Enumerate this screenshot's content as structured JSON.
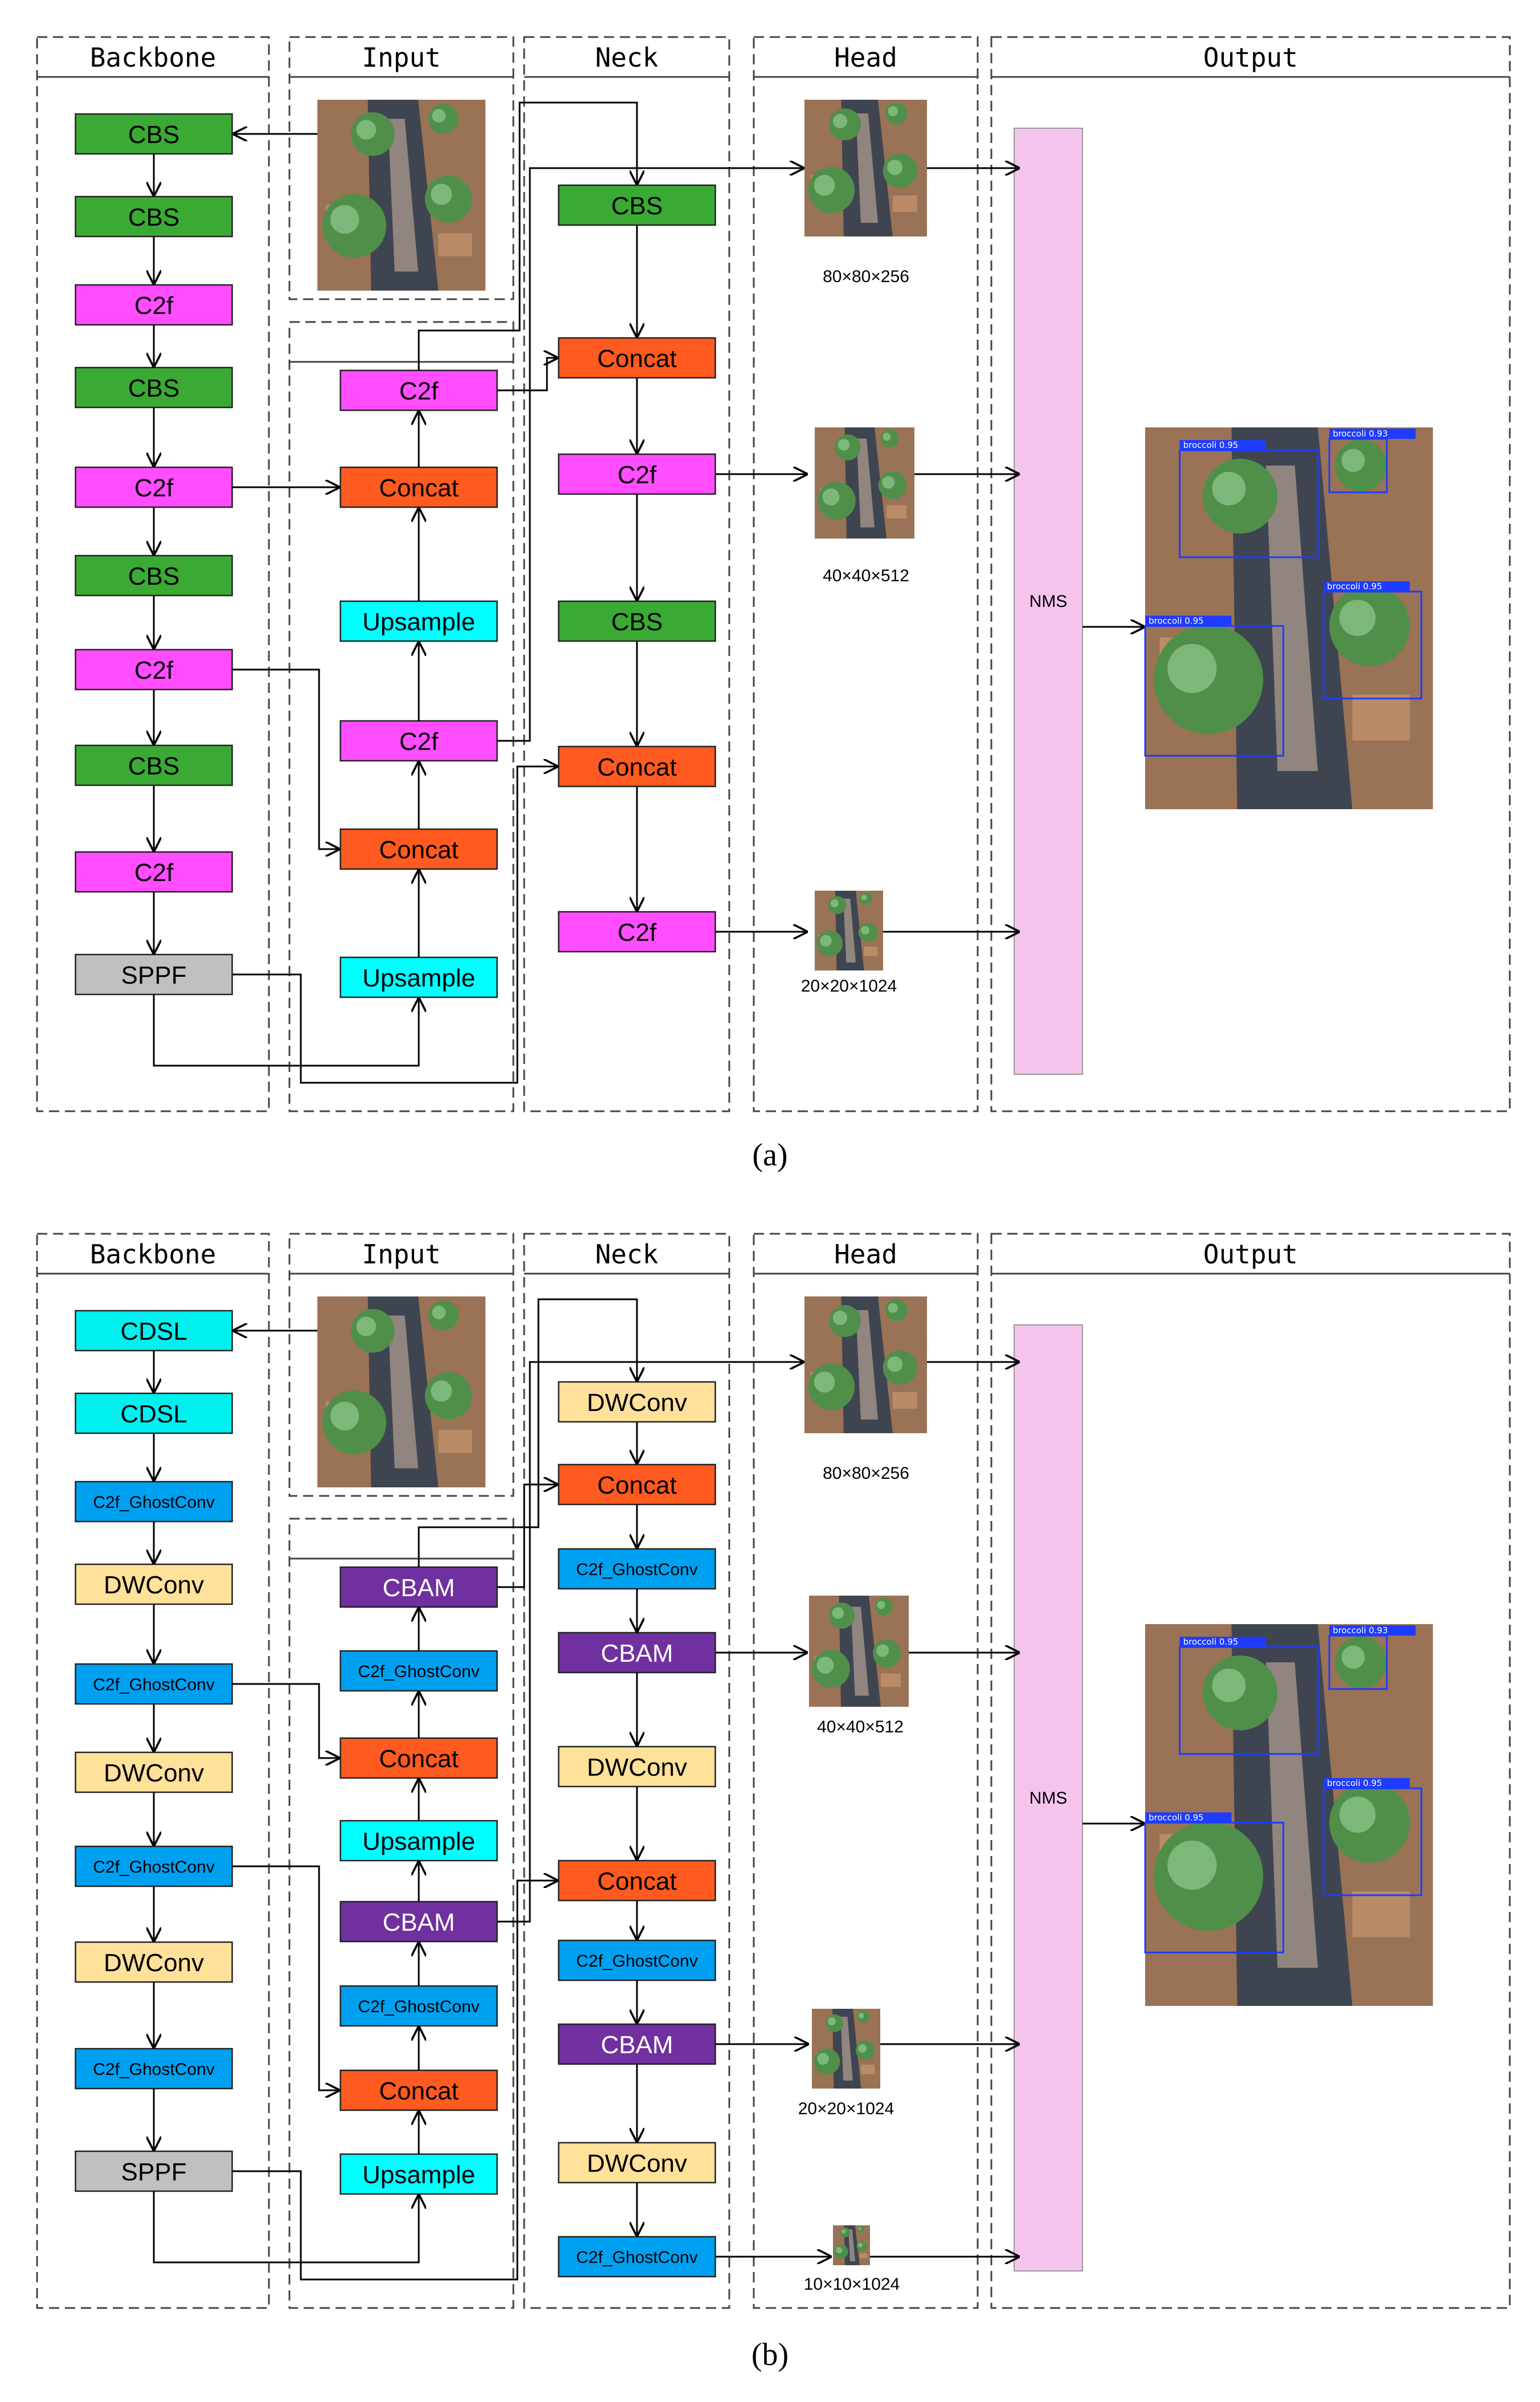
{
  "panels": [
    {
      "label": "(a)",
      "sections": {
        "backbone": "Backbone",
        "input": "Input",
        "neck": "Neck",
        "head": "Head",
        "output": "Output"
      },
      "backbone": [
        "CBS",
        "CBS",
        "C2f",
        "CBS",
        "C2f",
        "CBS",
        "C2f",
        "CBS",
        "C2f",
        "SPPF"
      ],
      "input_col": [
        "C2f",
        "Concat",
        "Upsample",
        "C2f",
        "Concat",
        "Upsample"
      ],
      "neck": [
        "CBS",
        "Concat",
        "C2f",
        "CBS",
        "Concat",
        "C2f"
      ],
      "head": [
        "80×80×256",
        "40×40×512",
        "20×20×1024"
      ],
      "nms": "NMS",
      "detections": [
        "broccoli 0.95",
        "broccoli 0.93",
        "broccoli 0.95",
        "broccoli 0.95"
      ]
    },
    {
      "label": "(b)",
      "sections": {
        "backbone": "Backbone",
        "input": "Input",
        "neck": "Neck",
        "head": "Head",
        "output": "Output"
      },
      "backbone": [
        "CDSL",
        "CDSL",
        "C2f_GhostConv",
        "DWConv",
        "C2f_GhostConv",
        "DWConv",
        "C2f_GhostConv",
        "DWConv",
        "C2f_GhostConv",
        "SPPF"
      ],
      "input_col": [
        "CBAM",
        "C2f_GhostConv",
        "Concat",
        "Upsample",
        "CBAM",
        "C2f_GhostConv",
        "Concat",
        "Upsample"
      ],
      "neck": [
        "DWConv",
        "Concat",
        "C2f_GhostConv",
        "CBAM",
        "DWConv",
        "Concat",
        "C2f_GhostConv",
        "CBAM",
        "DWConv",
        "C2f_GhostConv"
      ],
      "head": [
        "80×80×256",
        "40×40×512",
        "20×20×1024",
        "10×10×1024"
      ],
      "nms": "NMS",
      "detections": [
        "broccoli 0.95",
        "broccoli 0.93",
        "broccoli 0.95",
        "broccoli 0.95"
      ]
    }
  ],
  "colors": {
    "CBS": "#3aaa35",
    "C2f": "#ff4dff",
    "Concat": "#ff5a1f",
    "Upsample": "#00ffff",
    "SPPF": "#c0c0c0",
    "CDSL": "#00f0f0",
    "C2f_GhostConv": "#00a0f0",
    "DWConv": "#ffe19a",
    "CBAM": "#7030a0",
    "NMS": "#f5c4ec"
  }
}
